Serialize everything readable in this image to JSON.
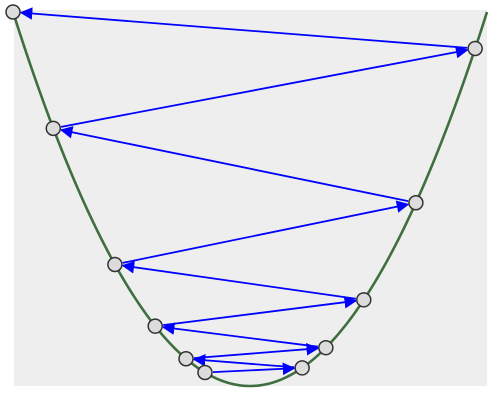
{
  "diagram": {
    "type": "parabola-zigzag-iteration",
    "description_colors": {
      "background_panel": "#eeeeee",
      "page_background": "#ffffff",
      "curve": "#3f6f3f",
      "arrows": "#0000ff",
      "point_fill": "#dcdcdc",
      "point_stroke": "#333333"
    },
    "curve": {
      "equation": "y = x^2",
      "x_range": [
        -1,
        1
      ]
    },
    "points": [
      {
        "id": "P0",
        "x": 0.95,
        "y": 0.9025
      },
      {
        "id": "P1",
        "x": -0.83,
        "y": 0.6889
      },
      {
        "id": "P2",
        "x": 0.7,
        "y": 0.49
      },
      {
        "id": "P3",
        "x": -0.57,
        "y": 0.3249
      },
      {
        "id": "P4",
        "x": 0.48,
        "y": 0.2304
      },
      {
        "id": "P5",
        "x": -0.4,
        "y": 0.16
      },
      {
        "id": "P6",
        "x": 0.32,
        "y": 0.1024
      },
      {
        "id": "P7",
        "x": -0.27,
        "y": 0.0729
      },
      {
        "id": "P8",
        "x": 0.22,
        "y": 0.0484
      },
      {
        "id": "P9",
        "x": -0.19,
        "y": 0.0361
      },
      {
        "id": "P10",
        "x": -1.0,
        "y": 1.0
      }
    ],
    "arrows": [
      {
        "from": "P0",
        "to": "P10"
      },
      {
        "from": "P2",
        "to": "P1"
      },
      {
        "from": "P1",
        "to": "P0"
      },
      {
        "from": "P4",
        "to": "P3"
      },
      {
        "from": "P3",
        "to": "P2"
      },
      {
        "from": "P6",
        "to": "P5"
      },
      {
        "from": "P5",
        "to": "P4"
      },
      {
        "from": "P8",
        "to": "P7"
      },
      {
        "from": "P7",
        "to": "P6"
      },
      {
        "from": "P9",
        "to": "P8"
      }
    ]
  }
}
